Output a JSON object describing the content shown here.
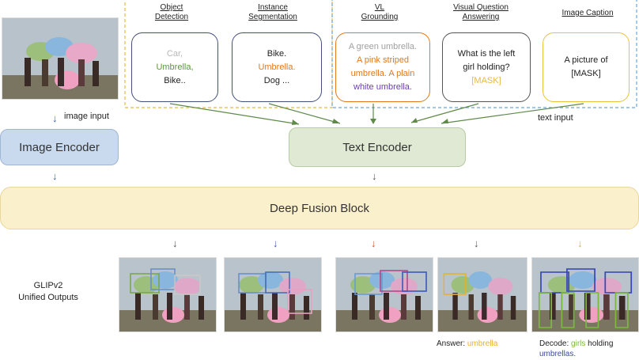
{
  "input_image": {
    "alt_icon": "photo-icon"
  },
  "tasks": [
    {
      "heading_lines": [
        "Object",
        "Detection"
      ],
      "lines": [
        {
          "text": "Car,",
          "color": "#b8b8b8"
        },
        {
          "text": "Umbrella,",
          "color": "#5a9a3a"
        },
        {
          "text": "Bike..",
          "color": "#222222"
        }
      ],
      "border": "#44507a"
    },
    {
      "heading_lines": [
        "Instance",
        "Segmentation"
      ],
      "lines": [
        {
          "text": "Bike.",
          "color": "#222222"
        },
        {
          "text": "Umbrella.",
          "color": "#e07a1f"
        },
        {
          "text": "Dog ...",
          "color": "#222222"
        }
      ],
      "border": "#44507a"
    },
    {
      "heading_lines": [
        "VL",
        "Grounding"
      ],
      "lines": [
        {
          "text": "A green umbrella.",
          "color": "#a0a0a0"
        },
        {
          "text": "A pink striped",
          "color": "#e07a1f"
        },
        {
          "text": "umbrella. A plain",
          "color": "#e07a1f"
        },
        {
          "text": "white umbrella.",
          "color": "#6a3fb0"
        }
      ],
      "border": "#e07a1f"
    },
    {
      "heading_lines": [
        "Visual Question",
        "Answering"
      ],
      "lines": [
        {
          "text": "What is the left",
          "color": "#222222"
        },
        {
          "text": "girl holding?",
          "color": "#222222"
        },
        {
          "text": "[MASK]",
          "color": "#e8b84a"
        }
      ],
      "border": "#555555"
    },
    {
      "heading_lines": [
        "Image Caption"
      ],
      "lines": [
        {
          "text": "A picture of",
          "color": "#222222"
        },
        {
          "text": "[MASK]",
          "color": "#222222"
        }
      ],
      "border": "#e8c33a"
    }
  ],
  "labels": {
    "image_input": "image input",
    "text_input": "text input",
    "image_encoder": "Image Encoder",
    "text_encoder": "Text Encoder",
    "fusion": "Deep Fusion Block",
    "outputs_line1": "GLIPv2",
    "outputs_line2": "Unified Outputs",
    "answer_prefix": "Answer:",
    "answer_value": "umbrella",
    "decode_prefix": "Decode:",
    "decode_word1": "girls",
    "decode_rest": "holding",
    "decode_line2": "umbrellas."
  },
  "colors": {
    "image_encoder_fill": "#c9d9ee",
    "text_encoder_fill": "#dfe9d4",
    "fusion_fill": "#fbf0cc",
    "dashed_orange": "#e8b840",
    "dashed_blue": "#6aa8d8",
    "arrow_green": "#5f8a4a",
    "arrow_blue": "#3e5ca8",
    "arrow_orange": "#d0502a",
    "arrow_gray": "#555555",
    "arrow_yellow": "#d8b02a",
    "answer_color": "#e8b030",
    "decode_green": "#7ab83e",
    "decode_blue": "#3b4aa6"
  }
}
